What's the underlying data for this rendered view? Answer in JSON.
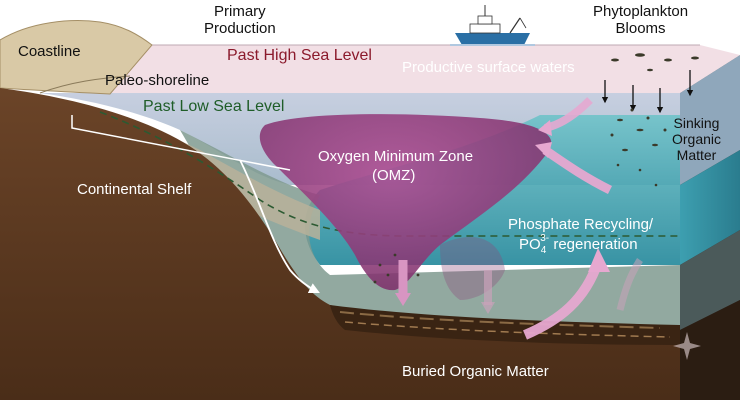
{
  "labels": {
    "primary_production": "Primary\nProduction",
    "phytoplankton_blooms": "Phytoplankton\nBlooms",
    "coastline": "Coastline",
    "paleo_shoreline": "Paleo-shoreline",
    "past_high_sea_level": "Past High Sea Level",
    "productive_surface_waters": "Productive surface waters",
    "past_low_sea_level": "Past Low Sea Level",
    "sinking_organic_matter": "Sinking\nOrganic\nMatter",
    "omz_line1": "Oxygen Minimum Zone",
    "omz_line2": "(OMZ)",
    "continental_shelf": "Continental Shelf",
    "phosphate_recycling": "Phosphate Recycling/",
    "po4_base": "PO",
    "po4_sub": "4",
    "po4_sup": "3-",
    "po4_rest": " regeneration",
    "buried_organic_matter": "Buried Organic Matter"
  },
  "colors": {
    "sediment_brown": "#5b3a21",
    "sediment_dark": "#3f2615",
    "coast_sand": "#d9c9a6",
    "high_sea_pink": "#f3dde3",
    "water_upper": "#b9c4d8",
    "water_teal": "#2f9aa8",
    "omz_purple": "#8e3f7a",
    "arrow_pink": "#e6a8d0",
    "high_sea_text": "#8b1a2c",
    "low_sea_text": "#1f5d28"
  }
}
